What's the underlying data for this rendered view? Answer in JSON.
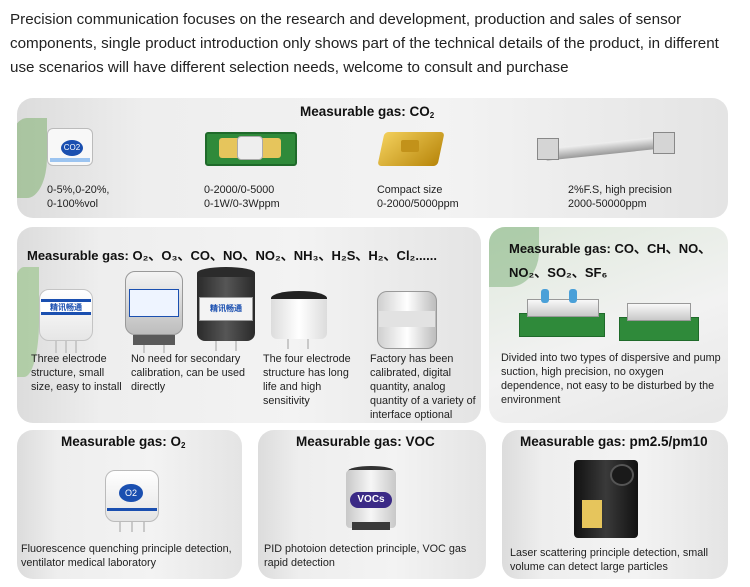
{
  "intro": "Precision communication focuses on the research and development, production and sales of sensor components, single product introduction only shows part of the technical details of the product, in different use scenarios will have different selection needs, welcome to consult and purchase",
  "co2": {
    "title_prefix": "Measurable gas: CO",
    "title_sub": "2",
    "products": [
      {
        "line1": "0-5%,0-20%,",
        "line2": "0-100%vol",
        "label": "CO2"
      },
      {
        "line1": "0-2000/0-5000",
        "line2": "0-1W/0-3Wppm"
      },
      {
        "line1": "Compact size",
        "line2": "0-2000/5000ppm"
      },
      {
        "line1": "2%F.S, high precision",
        "line2": "2000-50000ppm"
      }
    ]
  },
  "multi": {
    "title": "Measurable gas: O₂、O₃、CO、NO、NO₂、NH₃、H₂S、H₂、Cl₂......",
    "products": [
      {
        "caption": "Three electrode structure, small size, easy to install",
        "label": "精讯畅通"
      },
      {
        "caption": "No need for secondary calibration, can be used directly"
      },
      {
        "caption": "The four electrode structure has long life and high sensitivity",
        "label": "精讯畅通"
      },
      {
        "caption": "Factory has been calibrated, digital quantity, analog quantity of a variety of interface optional"
      }
    ]
  },
  "ndir": {
    "title_line1": "Measurable gas: CO、CH、NO、",
    "title_line2": "NO₂、SO₂、SF₆",
    "caption": "Divided into two types of dispersive and pump suction, high precision, no oxygen dependence, not easy to be disturbed by the environment"
  },
  "o2": {
    "title_prefix": "Measurable gas: O",
    "title_sub": "2",
    "caption": "Fluorescence quenching principle detection, ventilator medical laboratory",
    "label": "O2"
  },
  "voc": {
    "title": "Measurable gas: VOC",
    "caption": "PID photoion detection principle, VOC gas rapid detection",
    "label": "VOCs"
  },
  "pm": {
    "title": "Measurable gas: pm2.5/pm10",
    "caption": "Laser scattering principle detection, small volume can detect large particles"
  },
  "colors": {
    "accent_blue": "#1a4fb0",
    "board_green": "#2f8a3a",
    "gold": "#d4a21e"
  }
}
